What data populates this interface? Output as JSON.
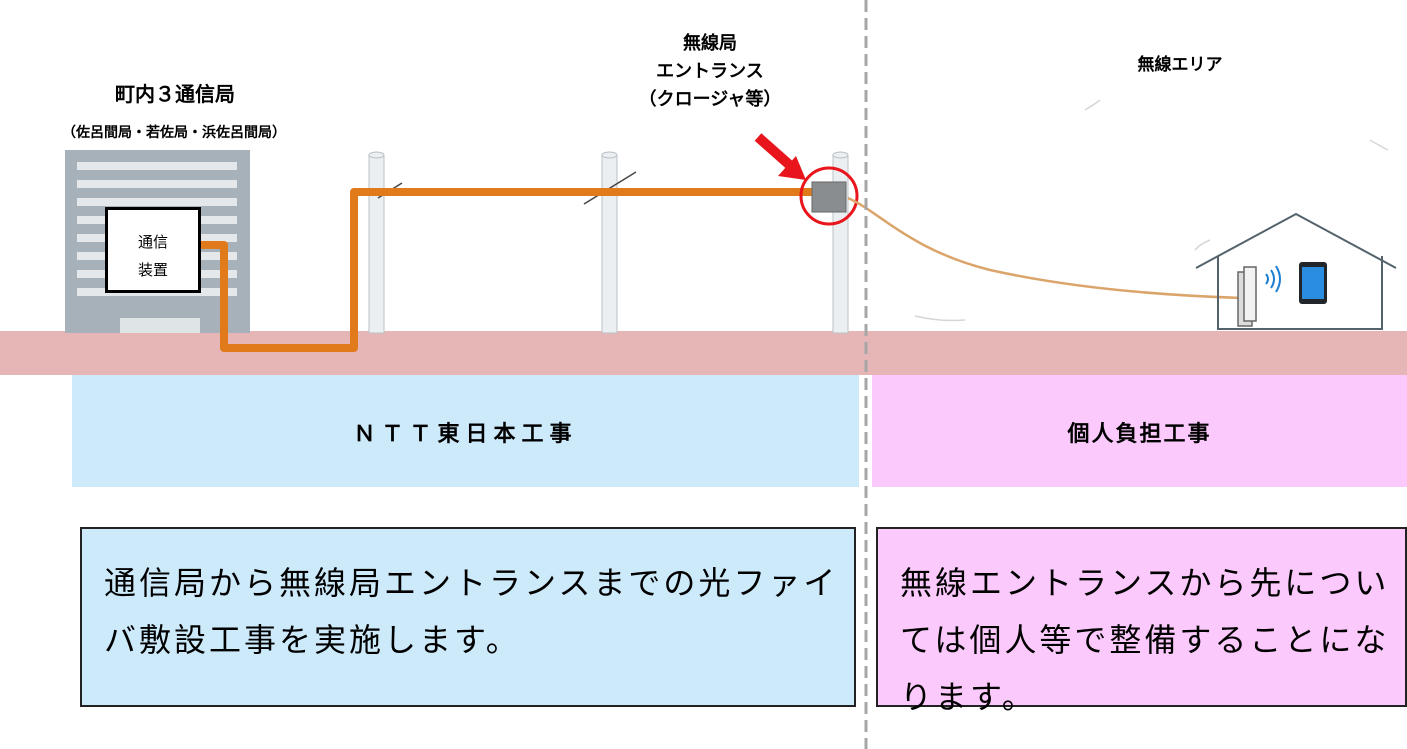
{
  "labels": {
    "office_title": "町内３通信局",
    "office_subtitle": "（佐呂間局・若佐局・浜佐呂間局）",
    "entrance_title": "無線局\nエントランス\n（クロージャ等）",
    "wireless_area": "無線エリア",
    "equipment": "通信\n装置"
  },
  "bands": {
    "left": "ＮＴＴ東日本工事",
    "right": "個人負担工事"
  },
  "descriptions": {
    "left": "通信局から無線局エントランスまでの光ファイバ敷設工事を実施します。",
    "right": "無線エントランスから先については個人等で整備することになります。"
  },
  "colors": {
    "fiber": "#e07a1a",
    "ground": "#e6b6b6",
    "ntt_band": "#cdeafb",
    "private_band": "#fbc9fb",
    "highlight": "#e8161c"
  }
}
